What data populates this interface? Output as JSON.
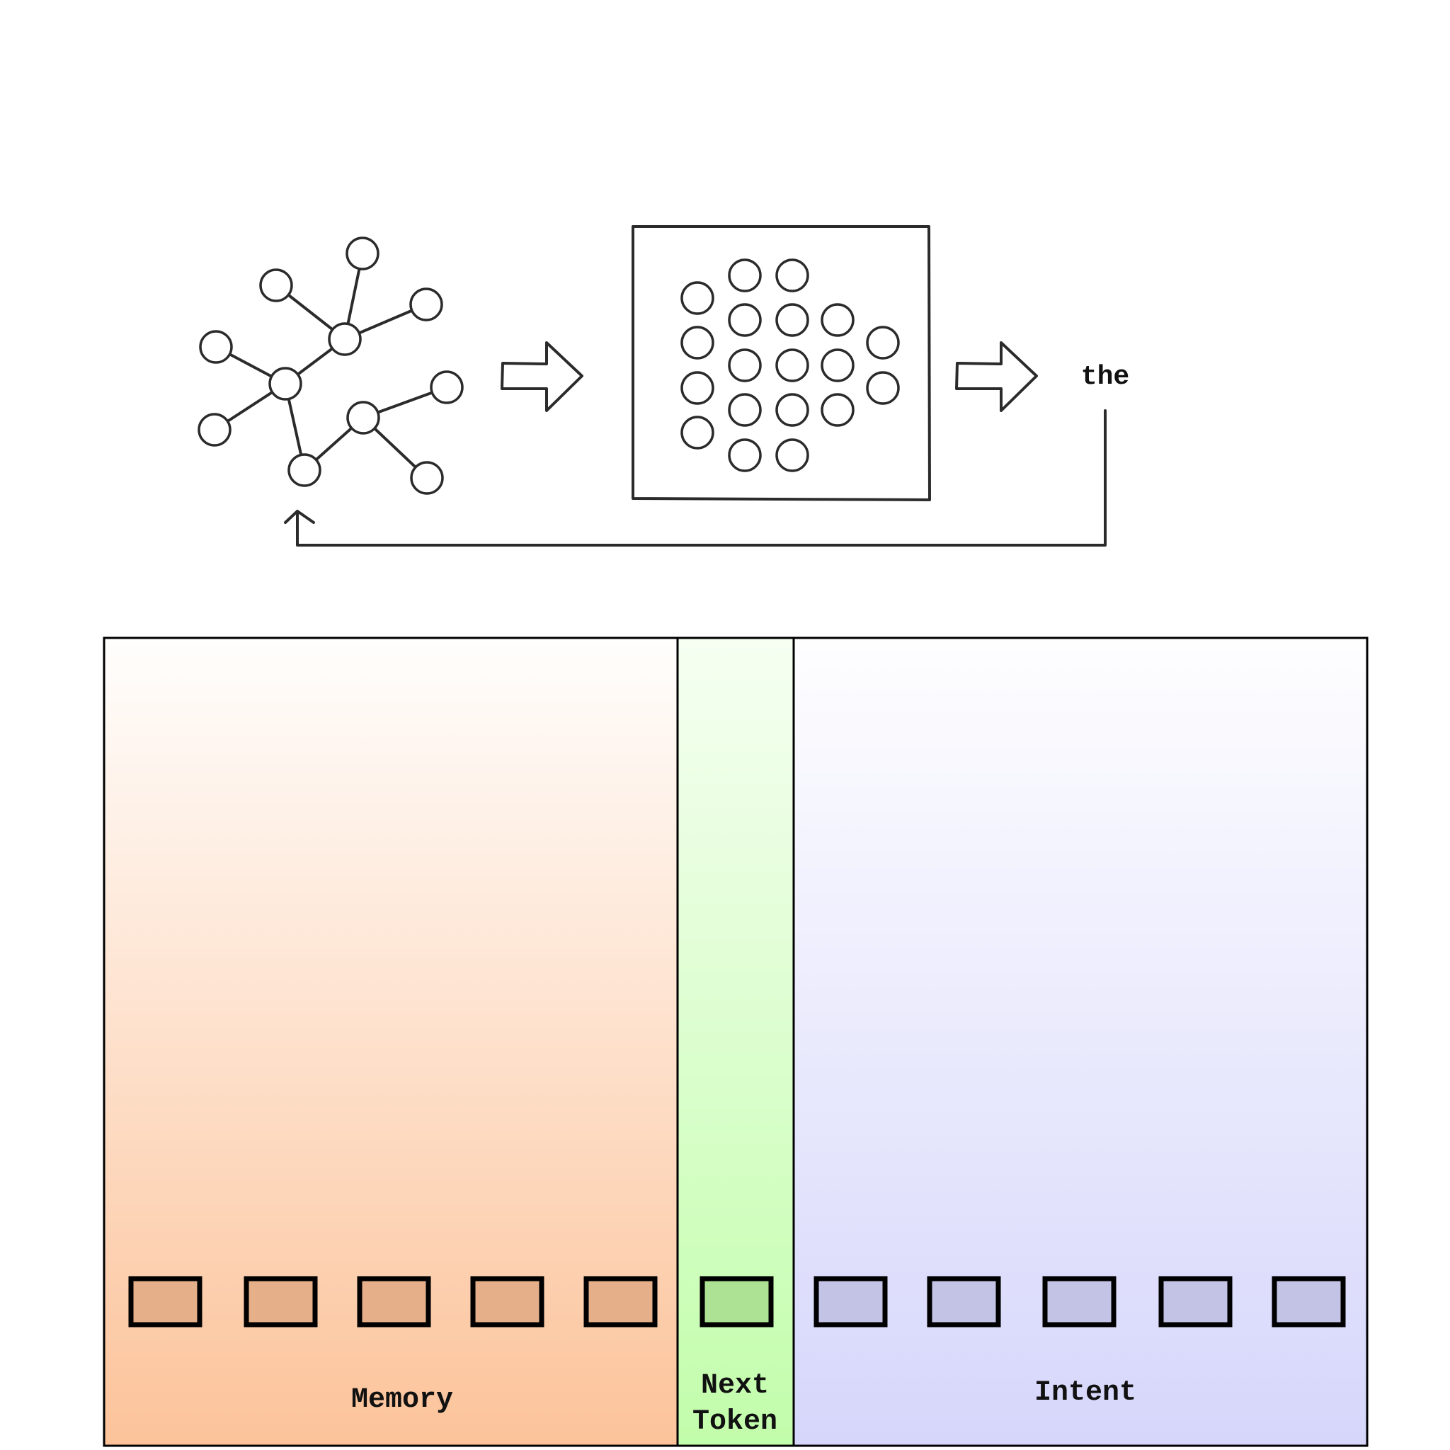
{
  "top_flow": {
    "output_token": "the"
  },
  "sections": {
    "memory": {
      "label": "Memory",
      "token_count": 5,
      "token_color": "#e5b089"
    },
    "next_token": {
      "label_line1": "Next",
      "label_line2": "Token",
      "token_count": 1,
      "token_color": "#ade295"
    },
    "intent": {
      "label": "Intent",
      "token_count": 5,
      "token_color": "#c3c3e6"
    }
  },
  "colors": {
    "memory_gradient_top": "#fffefd",
    "memory_gradient_bottom": "#fcc39a",
    "next_token_gradient_top": "#f6fff2",
    "next_token_gradient_bottom": "#c2fdab",
    "intent_gradient_top": "#fefeff",
    "intent_gradient_bottom": "#d6d6fb",
    "stroke": "#2b2b2b"
  }
}
